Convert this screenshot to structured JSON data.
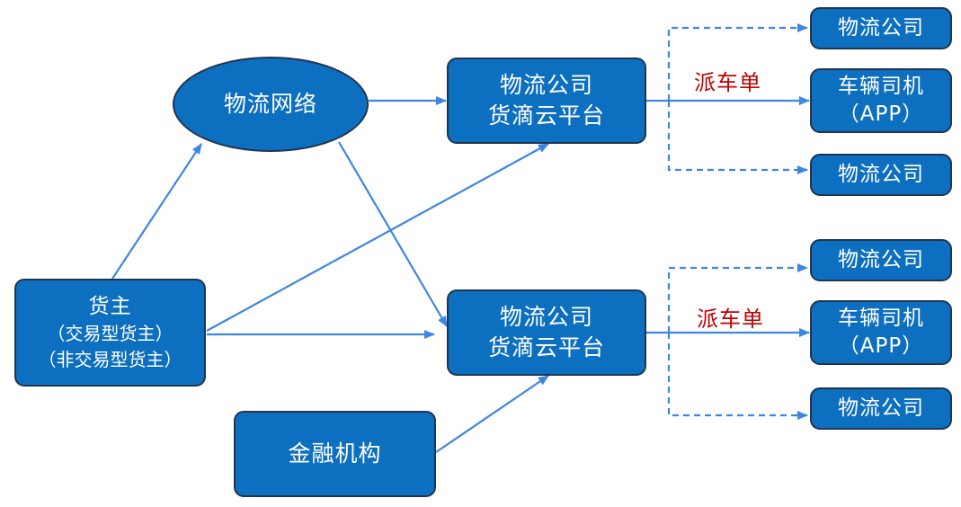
{
  "nodes": {
    "network": "物流网络",
    "shipper": {
      "title": "货主",
      "line1": "（交易型货主）",
      "line2": "（非交易型货主）"
    },
    "finance": "金融机构",
    "platform_top": {
      "line1": "物流公司",
      "line2": "货滴云平台"
    },
    "platform_bottom": {
      "line1": "物流公司",
      "line2": "货滴云平台"
    },
    "top_targets": {
      "company_a": "物流公司",
      "driver": {
        "line1": "车辆司机",
        "line2": "（APP）"
      },
      "company_b": "物流公司"
    },
    "bottom_targets": {
      "company_a": "物流公司",
      "driver": {
        "line1": "车辆司机",
        "line2": "（APP）"
      },
      "company_b": "物流公司"
    }
  },
  "labels": {
    "dispatch_top": "派车单",
    "dispatch_bottom": "派车单"
  },
  "colors": {
    "node_fill": "#0d6fbf",
    "node_border": "#1f3650",
    "arrow": "#3e86e0",
    "dispatch_label": "#c00000"
  }
}
